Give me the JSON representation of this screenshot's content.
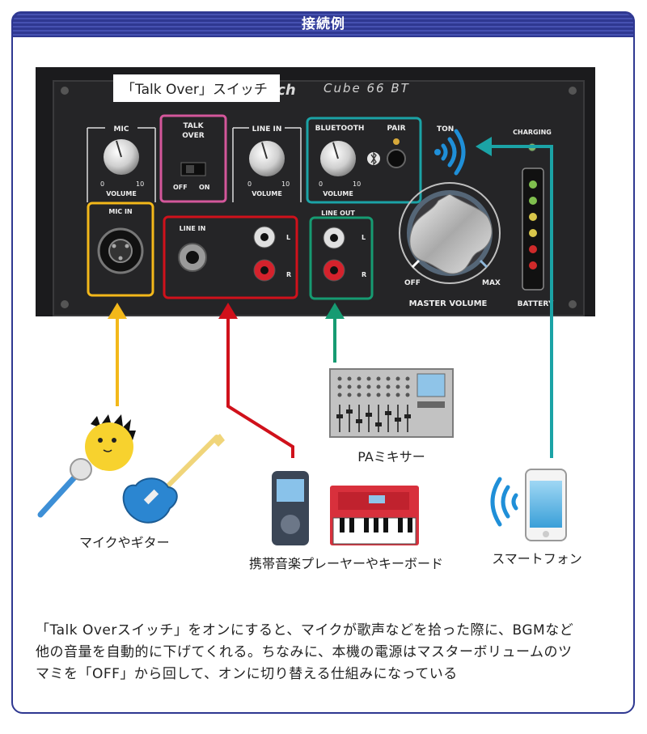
{
  "header": {
    "title": "接続例"
  },
  "panel": {
    "brand": "ech",
    "model": "Cube 66 BT",
    "callout": "「Talk Over」スイッチ",
    "mic": {
      "title": "MIC",
      "min": "0",
      "max": "10",
      "volume": "VOLUME",
      "input": "MIC IN"
    },
    "talk_over": {
      "title_line1": "TALK",
      "title_line2": "OVER",
      "off": "OFF",
      "on": "ON"
    },
    "line_in_knob": {
      "title": "LINE IN",
      "min": "0",
      "max": "10",
      "volume": "VOLUME"
    },
    "bluetooth": {
      "title": "BLUETOOTH",
      "pair": "PAIR",
      "min": "0",
      "max": "10",
      "volume": "VOLUME"
    },
    "tone": "TON",
    "charging": "CHARGING",
    "line_in_jacks": {
      "title": "LINE IN",
      "left": "L",
      "right": "R"
    },
    "line_out": {
      "title": "LINE OUT",
      "left": "L",
      "right": "R"
    },
    "master": {
      "off": "OFF",
      "max": "MAX",
      "title": "MASTER VOLUME"
    },
    "battery": "BATTERY"
  },
  "devices": {
    "mic_guitar": "マイクやギター",
    "player_keyboard": "携帯音楽プレーヤーやキーボード",
    "mixer": "PAミキサー",
    "smartphone": "スマートフォン"
  },
  "colors": {
    "mic": "#f3b81a",
    "talk_over": "#d4579b",
    "line_in": "#d0111b",
    "line_out": "#169b72",
    "bluetooth": "#1ba3a6",
    "frame": "#2f3891"
  },
  "caption": {
    "line1": "「Talk Overスイッチ」をオンにすると、マイクが歌声などを拾った際に、BGMなど",
    "line2": "他の音量を自動的に下げてくれる。ちなみに、本機の電源はマスターボリュームのツ",
    "line3": "マミを「OFF」から回して、オンに切り替える仕組みになっている"
  }
}
